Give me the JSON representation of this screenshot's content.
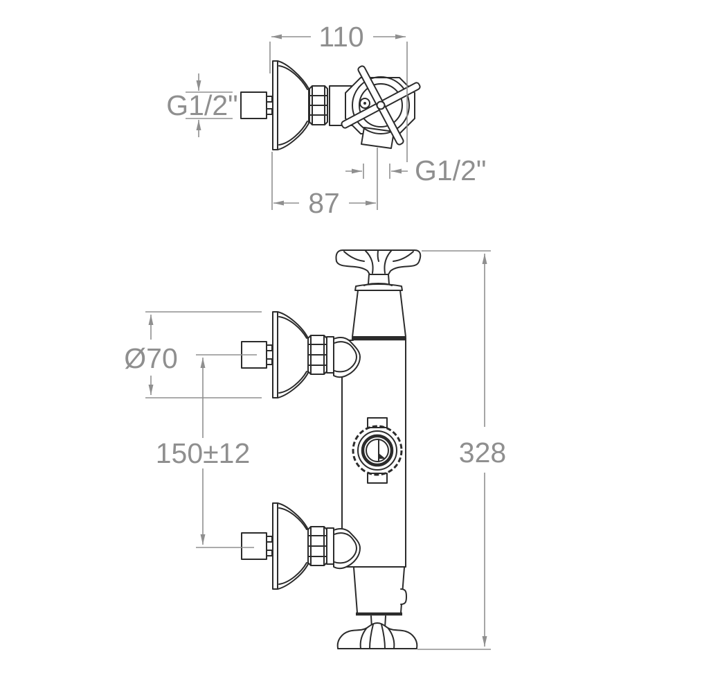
{
  "drawing": {
    "kind": "technical-drawing",
    "subject": "wall-mounted shower mixer valve with cross handles, two orthographic views",
    "colors": {
      "line": "#2b2b2b",
      "dimension": "#8f8f8f",
      "background": "#ffffff"
    },
    "dims": {
      "top_width": "110",
      "top_inlet_thread": "G1/2\"",
      "top_depth": "87",
      "top_outlet_thread": "G1/2\"",
      "front_escutcheon_dia": "Ø70",
      "front_spacing": "150±12",
      "front_height": "328"
    }
  }
}
